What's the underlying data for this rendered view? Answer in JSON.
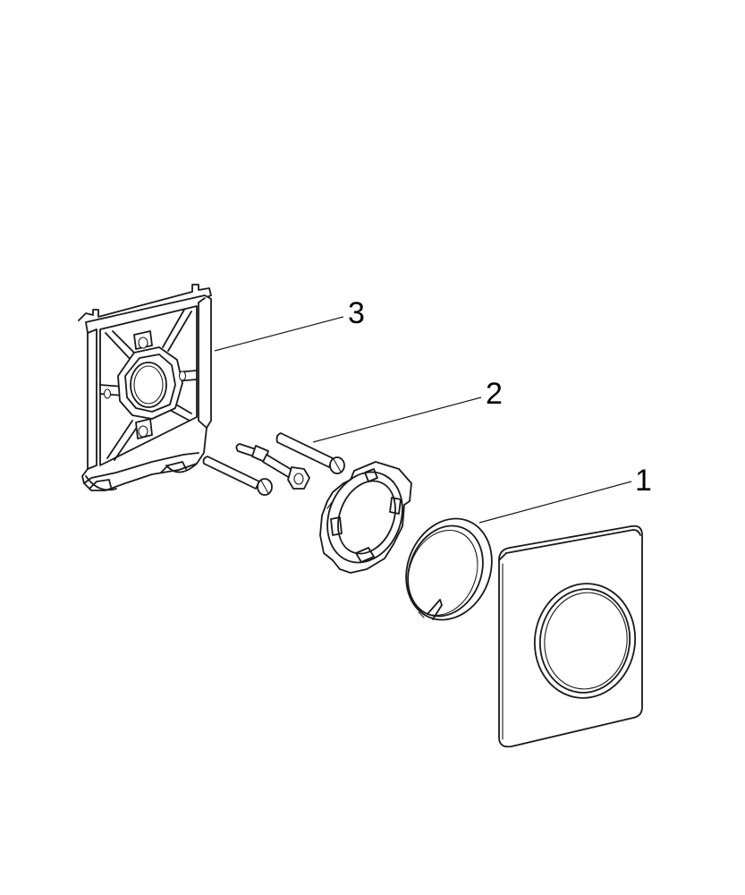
{
  "callouts": {
    "part_1": "1",
    "part_2": "2",
    "part_3": "3"
  },
  "colors": {
    "line": "#1a1a1a",
    "background": "#ffffff"
  }
}
